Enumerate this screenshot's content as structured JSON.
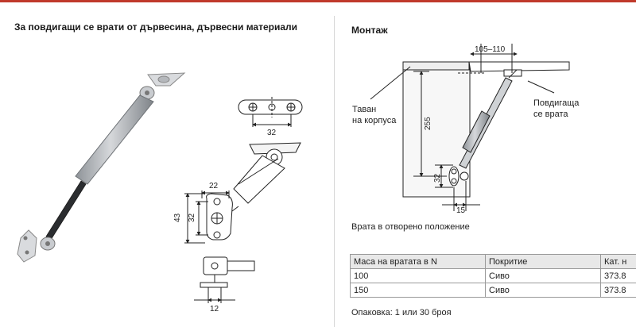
{
  "title": "За повдигащи се врати от дървесина, дървесни материали",
  "montazh": {
    "heading": "Монтаж",
    "dim_width": "105–110",
    "dim_height": "255",
    "dim_small_vertical": "32",
    "dim_bottom": "15",
    "label_ceiling_line1": "Таван",
    "label_ceiling_line2": "на корпуса",
    "label_door_line1": "Повдигаща",
    "label_door_line2": "се врата"
  },
  "detail_dims": {
    "bracket_width": "32",
    "side_width": "22",
    "side_height_outer": "43",
    "side_height_inner": "32",
    "bottom_width": "12"
  },
  "caption": "Врата в отворено положение",
  "table": {
    "headers": [
      "Маса на вратата в N",
      "Покритие",
      "Кат. н"
    ],
    "rows": [
      [
        "100",
        "Сиво",
        "373.8"
      ],
      [
        "150",
        "Сиво",
        "373.8"
      ]
    ]
  },
  "packaging": "Опаковка: 1 или 30 броя",
  "colors": {
    "accent": "#c0392b",
    "table_header_bg": "#e8e8e8",
    "strut_grey": "#b9bcc0"
  }
}
